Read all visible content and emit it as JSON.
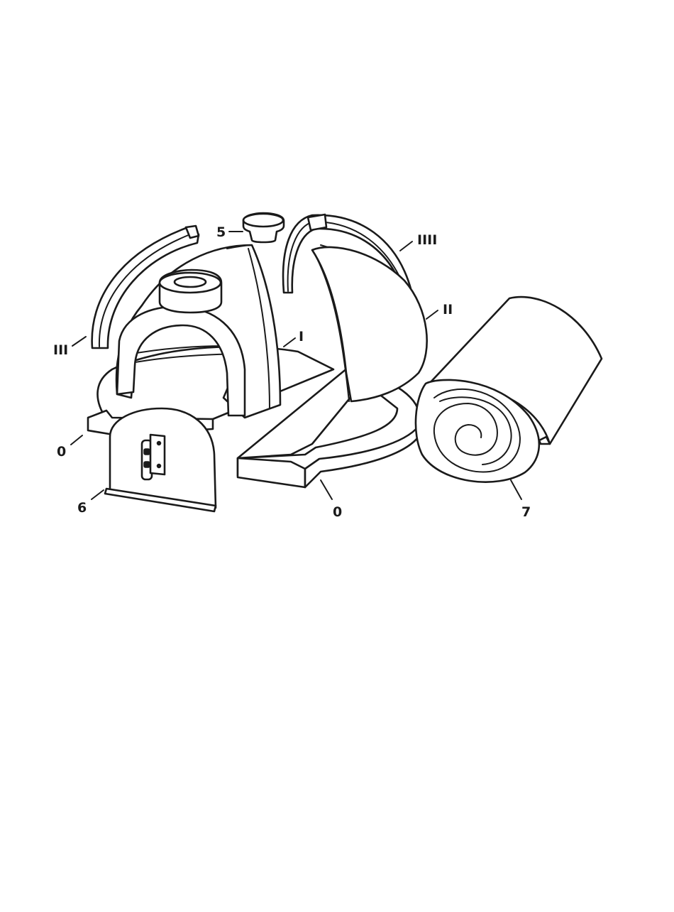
{
  "callouts": [
    {
      "id": "base-left",
      "label": "0"
    },
    {
      "id": "base-right",
      "label": "0"
    },
    {
      "id": "dome-front",
      "label": "I"
    },
    {
      "id": "dome-back",
      "label": "II"
    },
    {
      "id": "arch-left",
      "label": "III"
    },
    {
      "id": "arch-right",
      "label": "IIII"
    },
    {
      "id": "chimney-plug",
      "label": "5"
    },
    {
      "id": "door",
      "label": "6"
    },
    {
      "id": "insulation-blanket",
      "label": "7"
    }
  ]
}
